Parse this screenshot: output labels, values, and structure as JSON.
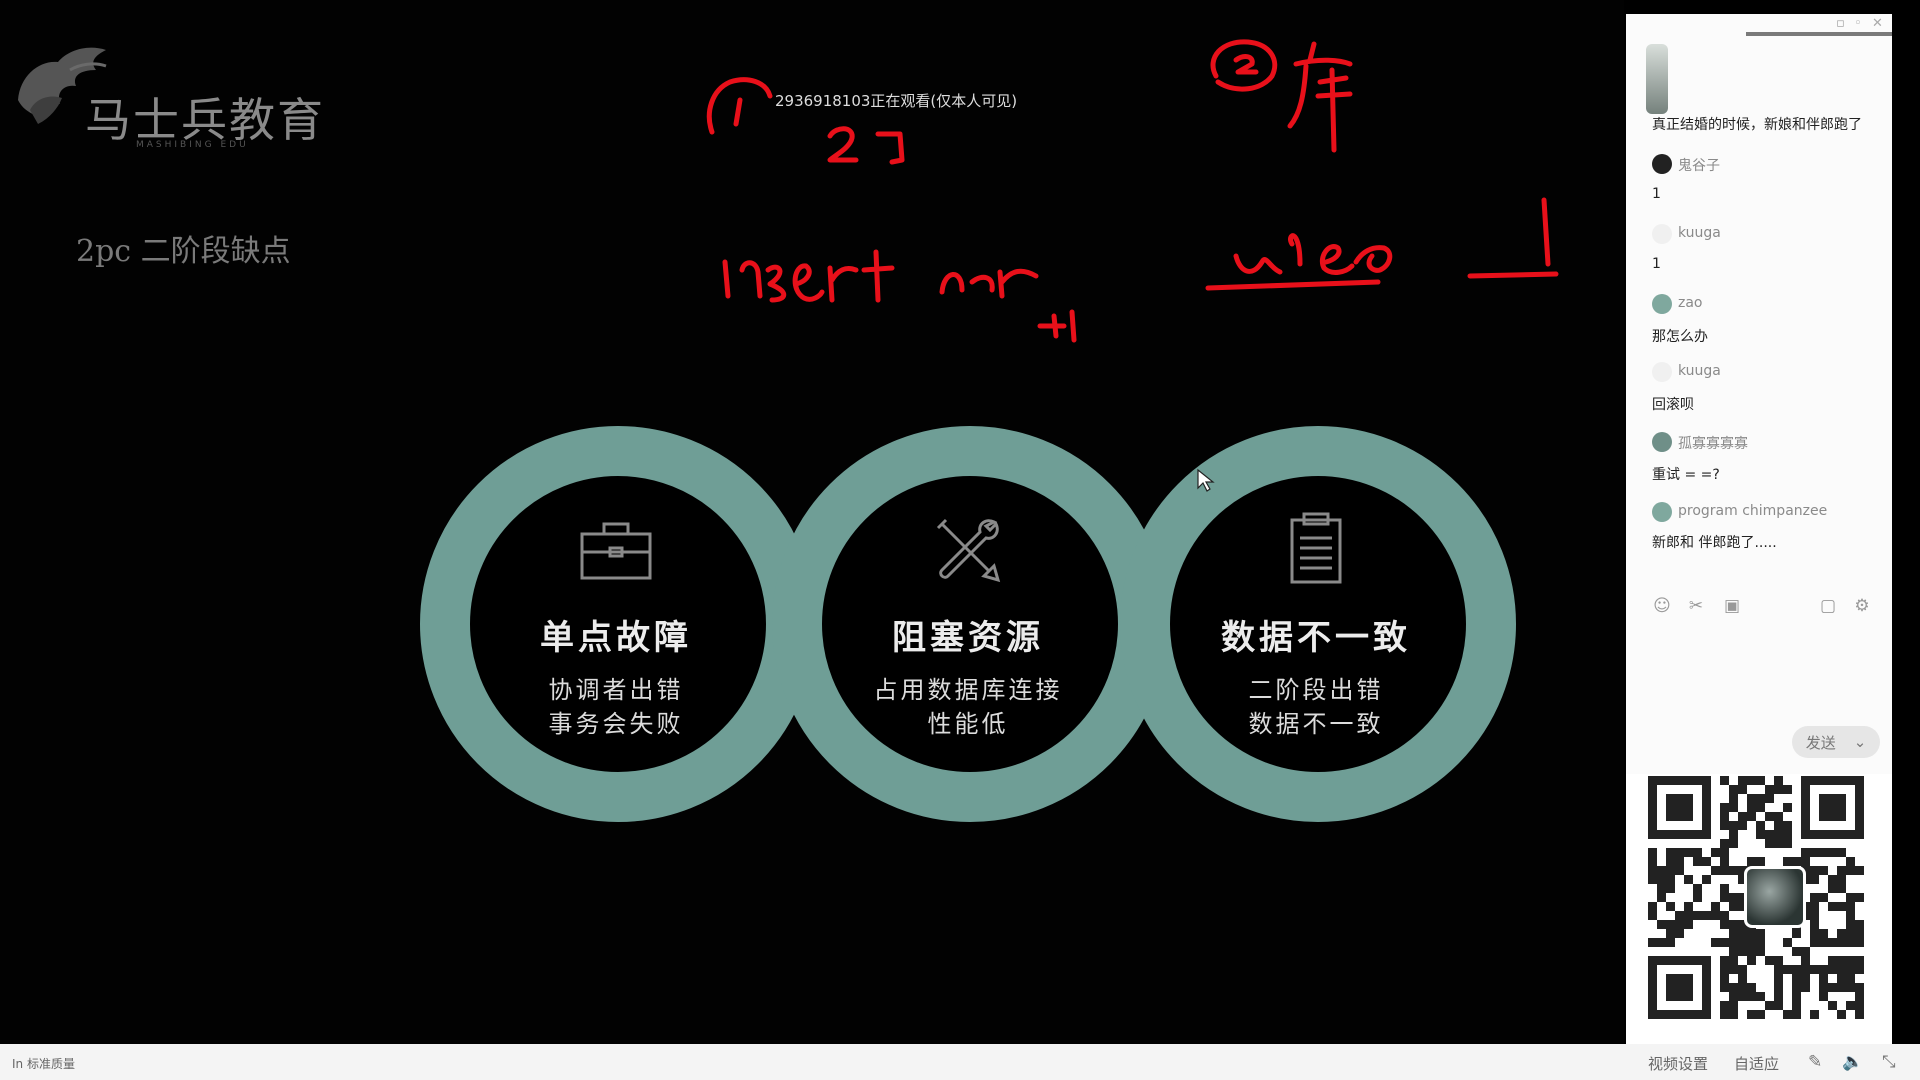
{
  "logo": {
    "name": "马士兵教育",
    "subtitle": "MASHIBING EDU"
  },
  "slide": {
    "title": "2pc 二阶段缺点",
    "viewer_notice": "2936918103正在观看(仅本人可见)",
    "circles": [
      {
        "icon": "toolbox-icon",
        "heading": "单点故障",
        "line1": "协调者出错",
        "line2": "事务会失败"
      },
      {
        "icon": "tools-icon",
        "heading": "阻塞资源",
        "line1": "占用数据库连接",
        "line2": "性能低"
      },
      {
        "icon": "clipboard-icon",
        "heading": "数据不一致",
        "line1": "二阶段出错",
        "line2": "数据不一致"
      }
    ],
    "ring_color": "#6f9e96",
    "ink_color": "#e8101a"
  },
  "chat": {
    "pinned": "真正结婚的时候，新娘和伴郎跑了",
    "messages": [
      {
        "user": "鬼谷子",
        "text": "1"
      },
      {
        "user": "kuuga",
        "text": "1"
      },
      {
        "user": "zao",
        "text": "那怎么办"
      },
      {
        "user": "kuuga",
        "text": "回滚呗"
      },
      {
        "user": "孤寡寡寡寡",
        "text": "重试 = =?"
      },
      {
        "user": "program chimpanzee",
        "text": "新郎和 伴郎跑了....."
      }
    ],
    "send_label": "发送",
    "send_arrow": "⌄"
  },
  "bottombar": {
    "left_text": "In 标准质量",
    "video_settings": "视频设置",
    "adaptive": "自适应"
  }
}
